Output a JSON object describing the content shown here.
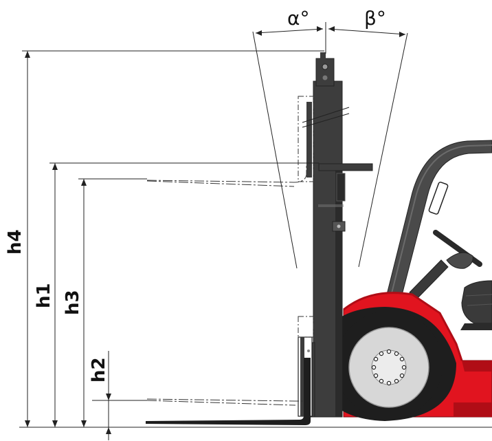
{
  "labels": {
    "h4": "h4",
    "h1": "h1",
    "h3": "h3",
    "h2": "h2",
    "alpha": "α°",
    "beta": "β°"
  },
  "colors": {
    "mast": "#3d3d3d",
    "mast_dark": "#2b2b2b",
    "body_red": "#e1141f",
    "body_red_dark": "#b00d16",
    "tire": "#1e1e1e",
    "rim": "#d7d7d7",
    "cab_frame": "#4a4a4a",
    "seat": "#3a3a3a"
  },
  "icons": [
    "forklift-mast",
    "forklift-fork",
    "front-wheel",
    "operator-cab",
    "steering-wheel",
    "seat"
  ]
}
